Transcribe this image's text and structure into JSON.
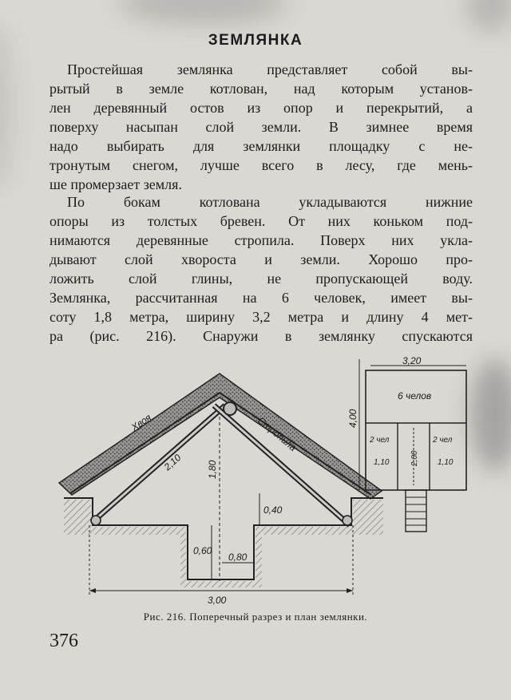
{
  "title": "ЗЕМЛЯНКА",
  "paragraph1": [
    "Простейшая землянка представляет собой вы-",
    "рытый в земле котлован, над которым установ-",
    "лен деревянный остов из опор и перекрытий, а",
    "поверху насыпан слой земли. В зимнее время",
    "надо выбирать для землянки площадку с не-",
    "тронутым снегом, лучше всего в лесу, где мень-",
    "ше промерзает земля."
  ],
  "paragraph2": [
    "По бокам котлована укладываются нижние",
    "опоры из толстых бревен. От них коньком под-",
    "нимаются деревянные стропила. Поверх них укла-",
    "дывают слой хвороста и земли. Хорошо про-",
    "ложить слой глины, не пропускающей воду.",
    "Землянка, рассчитанная на 6 человек, имеет вы-",
    "соту 1,8 метра, ширину 3,2 метра и длину 4 мет-",
    "ра (рис. 216). Снаружи в землянку спускаются"
  ],
  "figure": {
    "section_labels": {
      "hvoya": "Хвоя",
      "stropila": "Стропила",
      "dim_210": "2,10",
      "dim_180": "1,80",
      "dim_040": "0,40",
      "dim_060": "0,60",
      "dim_080": "0,80",
      "dim_300": "3,00"
    },
    "plan_labels": {
      "dim_320": "3,20",
      "dim_400": "4,00",
      "dim_200": "2,00",
      "dim_110_left": "1,10",
      "dim_110_right": "1,10",
      "room": "6 челов",
      "left_bay": "2 чел",
      "right_bay": "2 чел"
    }
  },
  "caption": "Рис. 216. Поперечный разрез и план землянки.",
  "page_number": "376"
}
